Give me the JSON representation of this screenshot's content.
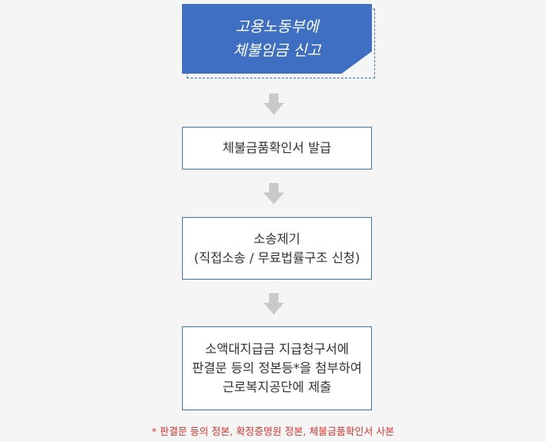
{
  "steps": [
    {
      "lines": [
        "고용노동부에",
        "체불임금 신고"
      ]
    },
    {
      "lines": [
        "체불금품확인서 발급"
      ]
    },
    {
      "lines": [
        "소송제기",
        "(직접소송 / 무료법률구조 신청)"
      ]
    },
    {
      "lines": [
        "소액대지급금 지급청구서에",
        "판결문 등의 정본등*을 첨부하여",
        "근로복지공단에 제출"
      ]
    }
  ],
  "footnote": "* 판결문 등의 정본, 확정증명원 정본, 체불금품확인서 사본",
  "colors": {
    "primary": "#3f6fc2",
    "border": "#3f74c4",
    "arrow": "#c9c9c9",
    "footnote": "#e0342b"
  }
}
